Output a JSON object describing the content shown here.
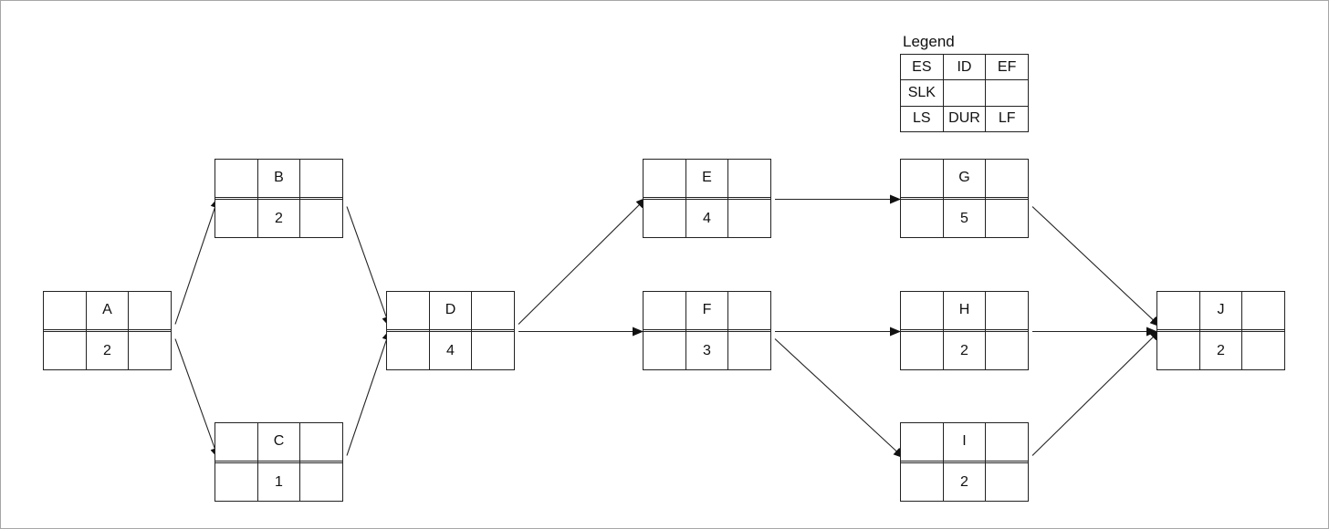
{
  "legend": {
    "title": "Legend",
    "rows": [
      [
        "ES",
        "ID",
        "EF"
      ],
      [
        "SLK",
        "",
        ""
      ],
      [
        "LS",
        "DUR",
        "LF"
      ]
    ]
  },
  "nodes": {
    "A": {
      "id": "A",
      "duration": "2"
    },
    "B": {
      "id": "B",
      "duration": "2"
    },
    "C": {
      "id": "C",
      "duration": "1"
    },
    "D": {
      "id": "D",
      "duration": "4"
    },
    "E": {
      "id": "E",
      "duration": "4"
    },
    "F": {
      "id": "F",
      "duration": "3"
    },
    "G": {
      "id": "G",
      "duration": "5"
    },
    "H": {
      "id": "H",
      "duration": "2"
    },
    "I": {
      "id": "I",
      "duration": "2"
    },
    "J": {
      "id": "J",
      "duration": "2"
    }
  },
  "edges": [
    [
      "A",
      "B"
    ],
    [
      "A",
      "C"
    ],
    [
      "B",
      "D"
    ],
    [
      "C",
      "D"
    ],
    [
      "D",
      "E"
    ],
    [
      "D",
      "F"
    ],
    [
      "E",
      "G"
    ],
    [
      "F",
      "H"
    ],
    [
      "F",
      "I"
    ],
    [
      "G",
      "J"
    ],
    [
      "H",
      "J"
    ],
    [
      "I",
      "J"
    ]
  ],
  "colors": {
    "line": "#222222",
    "border": "#a6a6a6",
    "background": "#ffffff"
  }
}
